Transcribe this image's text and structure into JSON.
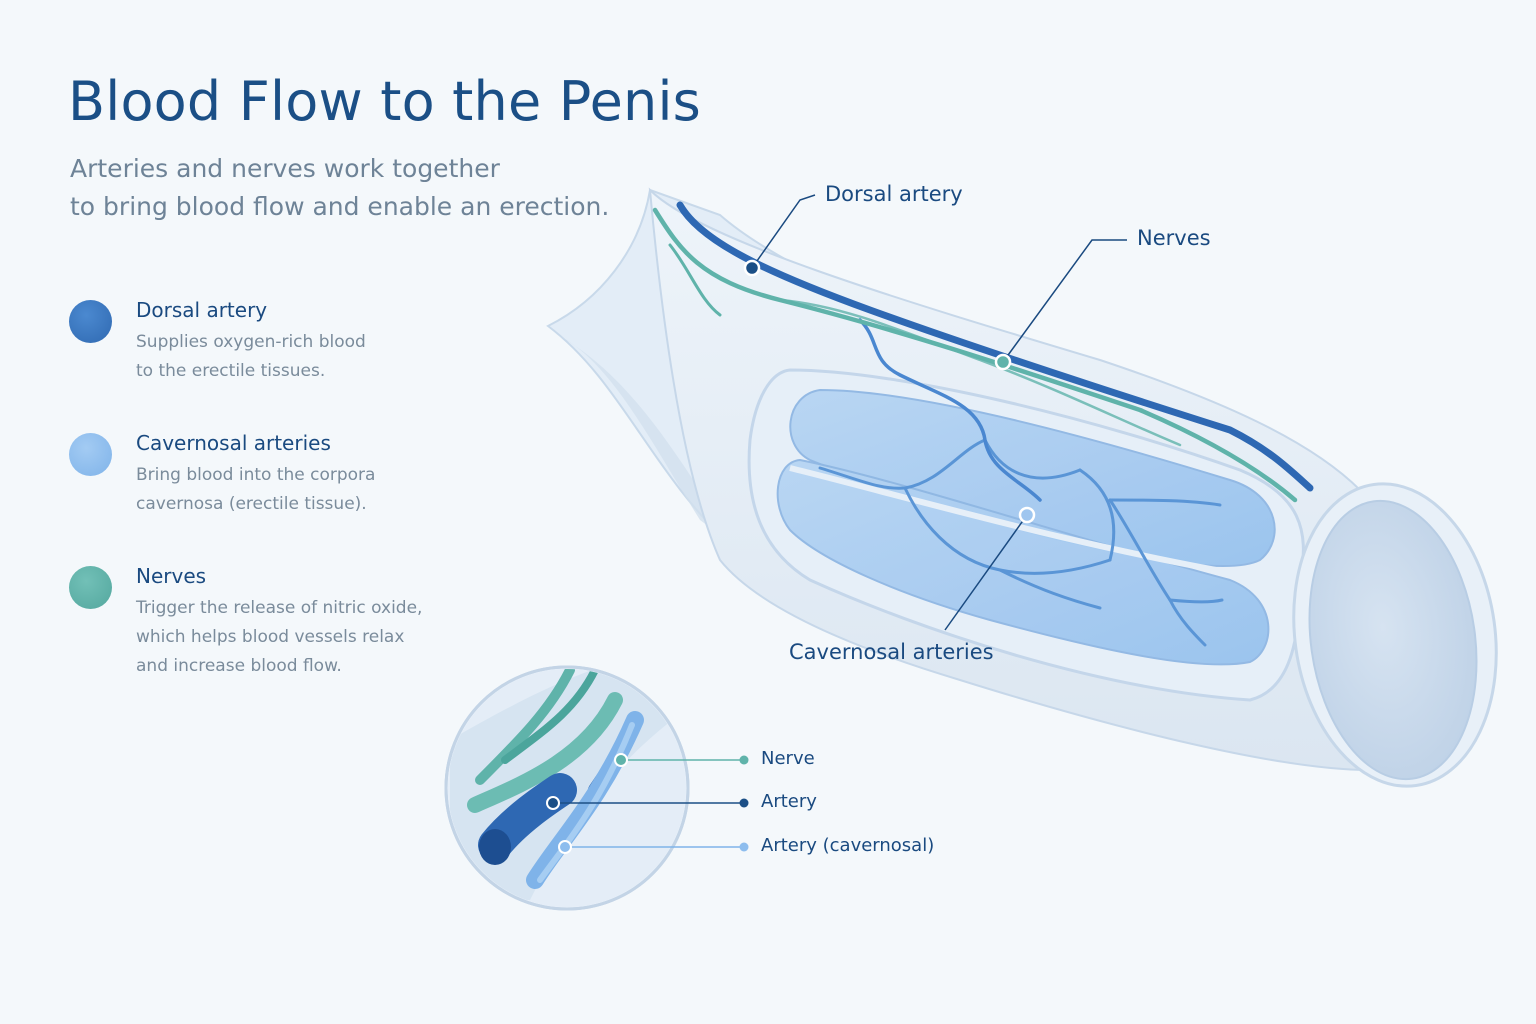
{
  "title": "Blood Flow to the Penis",
  "subtitle": {
    "line1": "Arteries and nerves work together",
    "line2": "to bring blood flow and enable an erection."
  },
  "legend": {
    "items": [
      {
        "title": "Dorsal artery",
        "desc_line1": "Supplies oxygen-rich blood",
        "desc_line2": "to the erectile tissues.",
        "desc_line3": "",
        "color": "#3a78c2"
      },
      {
        "title": "Cavernosal arteries",
        "desc_line1": "Bring blood into the corpora",
        "desc_line2": "cavernosa (erectile tissue).",
        "desc_line3": "",
        "color": "#8dbdee"
      },
      {
        "title": "Nerves",
        "desc_line1": "Trigger the release of nitric oxide,",
        "desc_line2": "which helps blood vessels relax",
        "desc_line3": "and increase blood flow.",
        "color": "#5fb3aa"
      }
    ]
  },
  "callouts": {
    "dorsal_artery": "Dorsal artery",
    "nerves": "Nerves",
    "cavernosal_arteries": "Cavernosal arteries"
  },
  "inset": {
    "nerve_label": "Nerve",
    "artery_label": "Artery",
    "artery_cavernosal_label": "Artery (cavernosal)"
  },
  "colors": {
    "dorsal_artery": "#3a78c2",
    "cavernosal": "#8dbdee",
    "nerve": "#5fb3aa",
    "title": "#1b4f86"
  }
}
